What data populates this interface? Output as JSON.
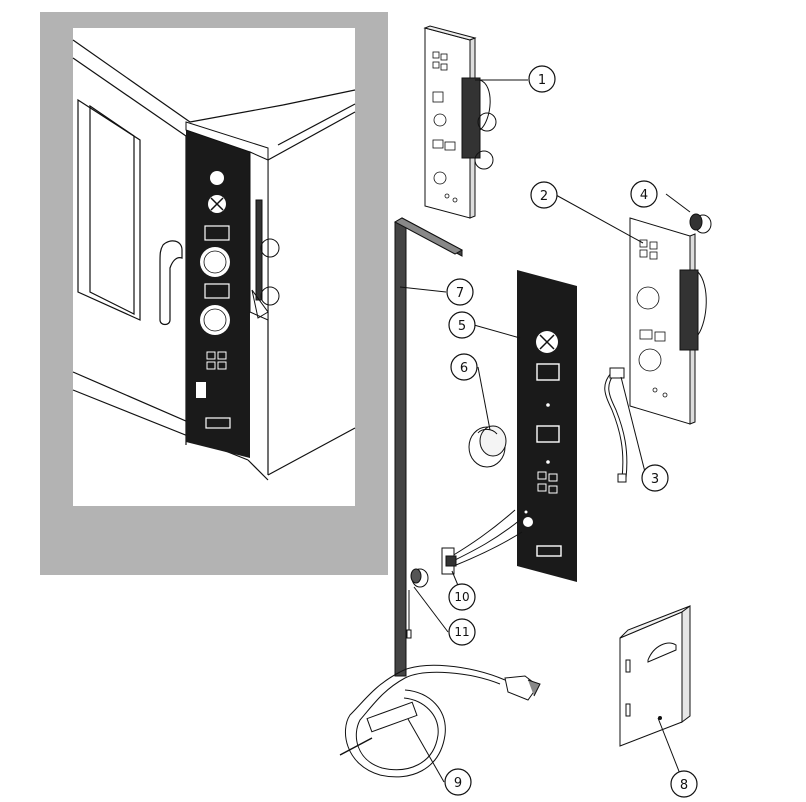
{
  "callouts": [
    {
      "id": "1",
      "label": "1",
      "part": "control-board-upper"
    },
    {
      "id": "2",
      "label": "2",
      "part": "control-board-lower"
    },
    {
      "id": "3",
      "label": "3",
      "part": "wire-connector"
    },
    {
      "id": "4",
      "label": "4",
      "part": "knob-cap"
    },
    {
      "id": "5",
      "label": "5",
      "part": "control-panel-front"
    },
    {
      "id": "6",
      "label": "6",
      "part": "control-knob"
    },
    {
      "id": "7",
      "label": "7",
      "part": "side-bracket"
    },
    {
      "id": "8",
      "label": "8",
      "part": "manual-booklet"
    },
    {
      "id": "9",
      "label": "9",
      "part": "core-probe"
    },
    {
      "id": "10",
      "label": "10",
      "part": "socket-assembly"
    },
    {
      "id": "11",
      "label": "11",
      "part": "grommet"
    }
  ],
  "colors": {
    "background": "#ffffff",
    "inset_frame": "#b3b3b3",
    "panel_black": "#1a1a1a",
    "line": "#111111"
  }
}
